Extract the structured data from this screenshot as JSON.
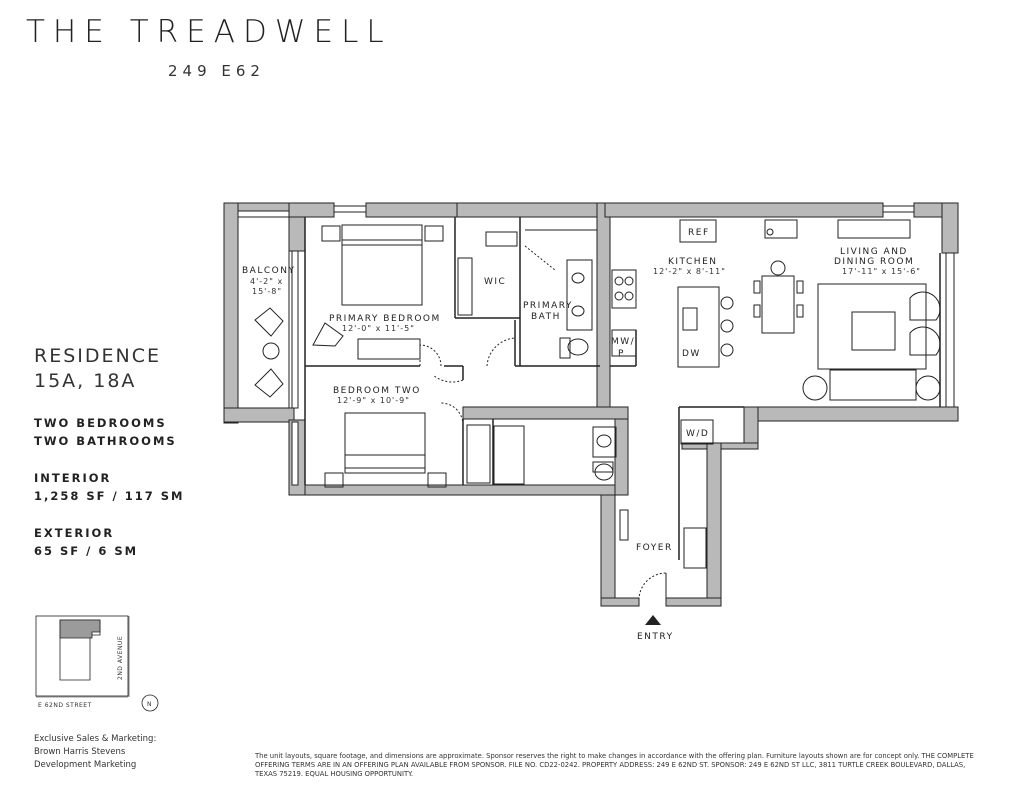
{
  "header": {
    "title": "THE TREADWELL",
    "subtitle": "249 E62"
  },
  "residence": {
    "name": "RESIDENCE",
    "units": "15A, 18A",
    "bedrooms": "TWO BEDROOMS",
    "bathrooms": "TWO BATHROOMS",
    "interior_label": "INTERIOR",
    "interior_value": "1,258 SF / 117 SM",
    "exterior_label": "EXTERIOR",
    "exterior_value": "65 SF / 6 SM"
  },
  "rooms": {
    "balcony": {
      "name": "BALCONY",
      "dim1": "4'-2\" x",
      "dim2": "15'-8\""
    },
    "primary_bedroom": {
      "name": "PRIMARY BEDROOM",
      "dim": "12'-0\" x 11'-5\""
    },
    "wic": {
      "name": "WIC"
    },
    "primary_bath": {
      "name1": "PRIMARY",
      "name2": "BATH"
    },
    "kitchen": {
      "name": "KITCHEN",
      "dim": "12'-2\" x 8'-11\""
    },
    "living": {
      "name1": "LIVING AND",
      "name2": "DINING ROOM",
      "dim": "17'-11\" x 15'-6\""
    },
    "bedroom_two": {
      "name": "BEDROOM TWO",
      "dim": "12'-9\" x 10'-9\""
    },
    "foyer": {
      "name": "FOYER"
    },
    "entry": {
      "name": "ENTRY"
    }
  },
  "appliances": {
    "ref": "REF",
    "mwp1": "MW/",
    "mwp2": "P",
    "dw": "DW",
    "wd": "W/D"
  },
  "keyplan": {
    "street": "E 62ND STREET",
    "avenue": "2ND AVENUE",
    "north": "N"
  },
  "sales": {
    "line1": "Exclusive Sales & Marketing:",
    "line2": "Brown Harris Stevens",
    "line3": "Development Marketing"
  },
  "disclaimer": "The unit layouts, square footage, and dimensions are approximate. Sponsor reserves the right to make changes in accordance with the offering plan. Furniture layouts shown are for concept only. THE COMPLETE OFFERING TERMS ARE IN AN OFFERING PLAN AVAILABLE FROM SPONSOR. FILE NO. CD22-0242. PROPERTY ADDRESS: 249 E 62ND ST. SPONSOR: 249 E 62ND ST LLC, 3811 TURTLE CREEK BOULEVARD, DALLAS, TEXAS 75219. EQUAL HOUSING OPPORTUNITY.",
  "colors": {
    "wall": "#b9b9b9",
    "line": "#222222",
    "unit_fill": "#9b9b9b"
  }
}
